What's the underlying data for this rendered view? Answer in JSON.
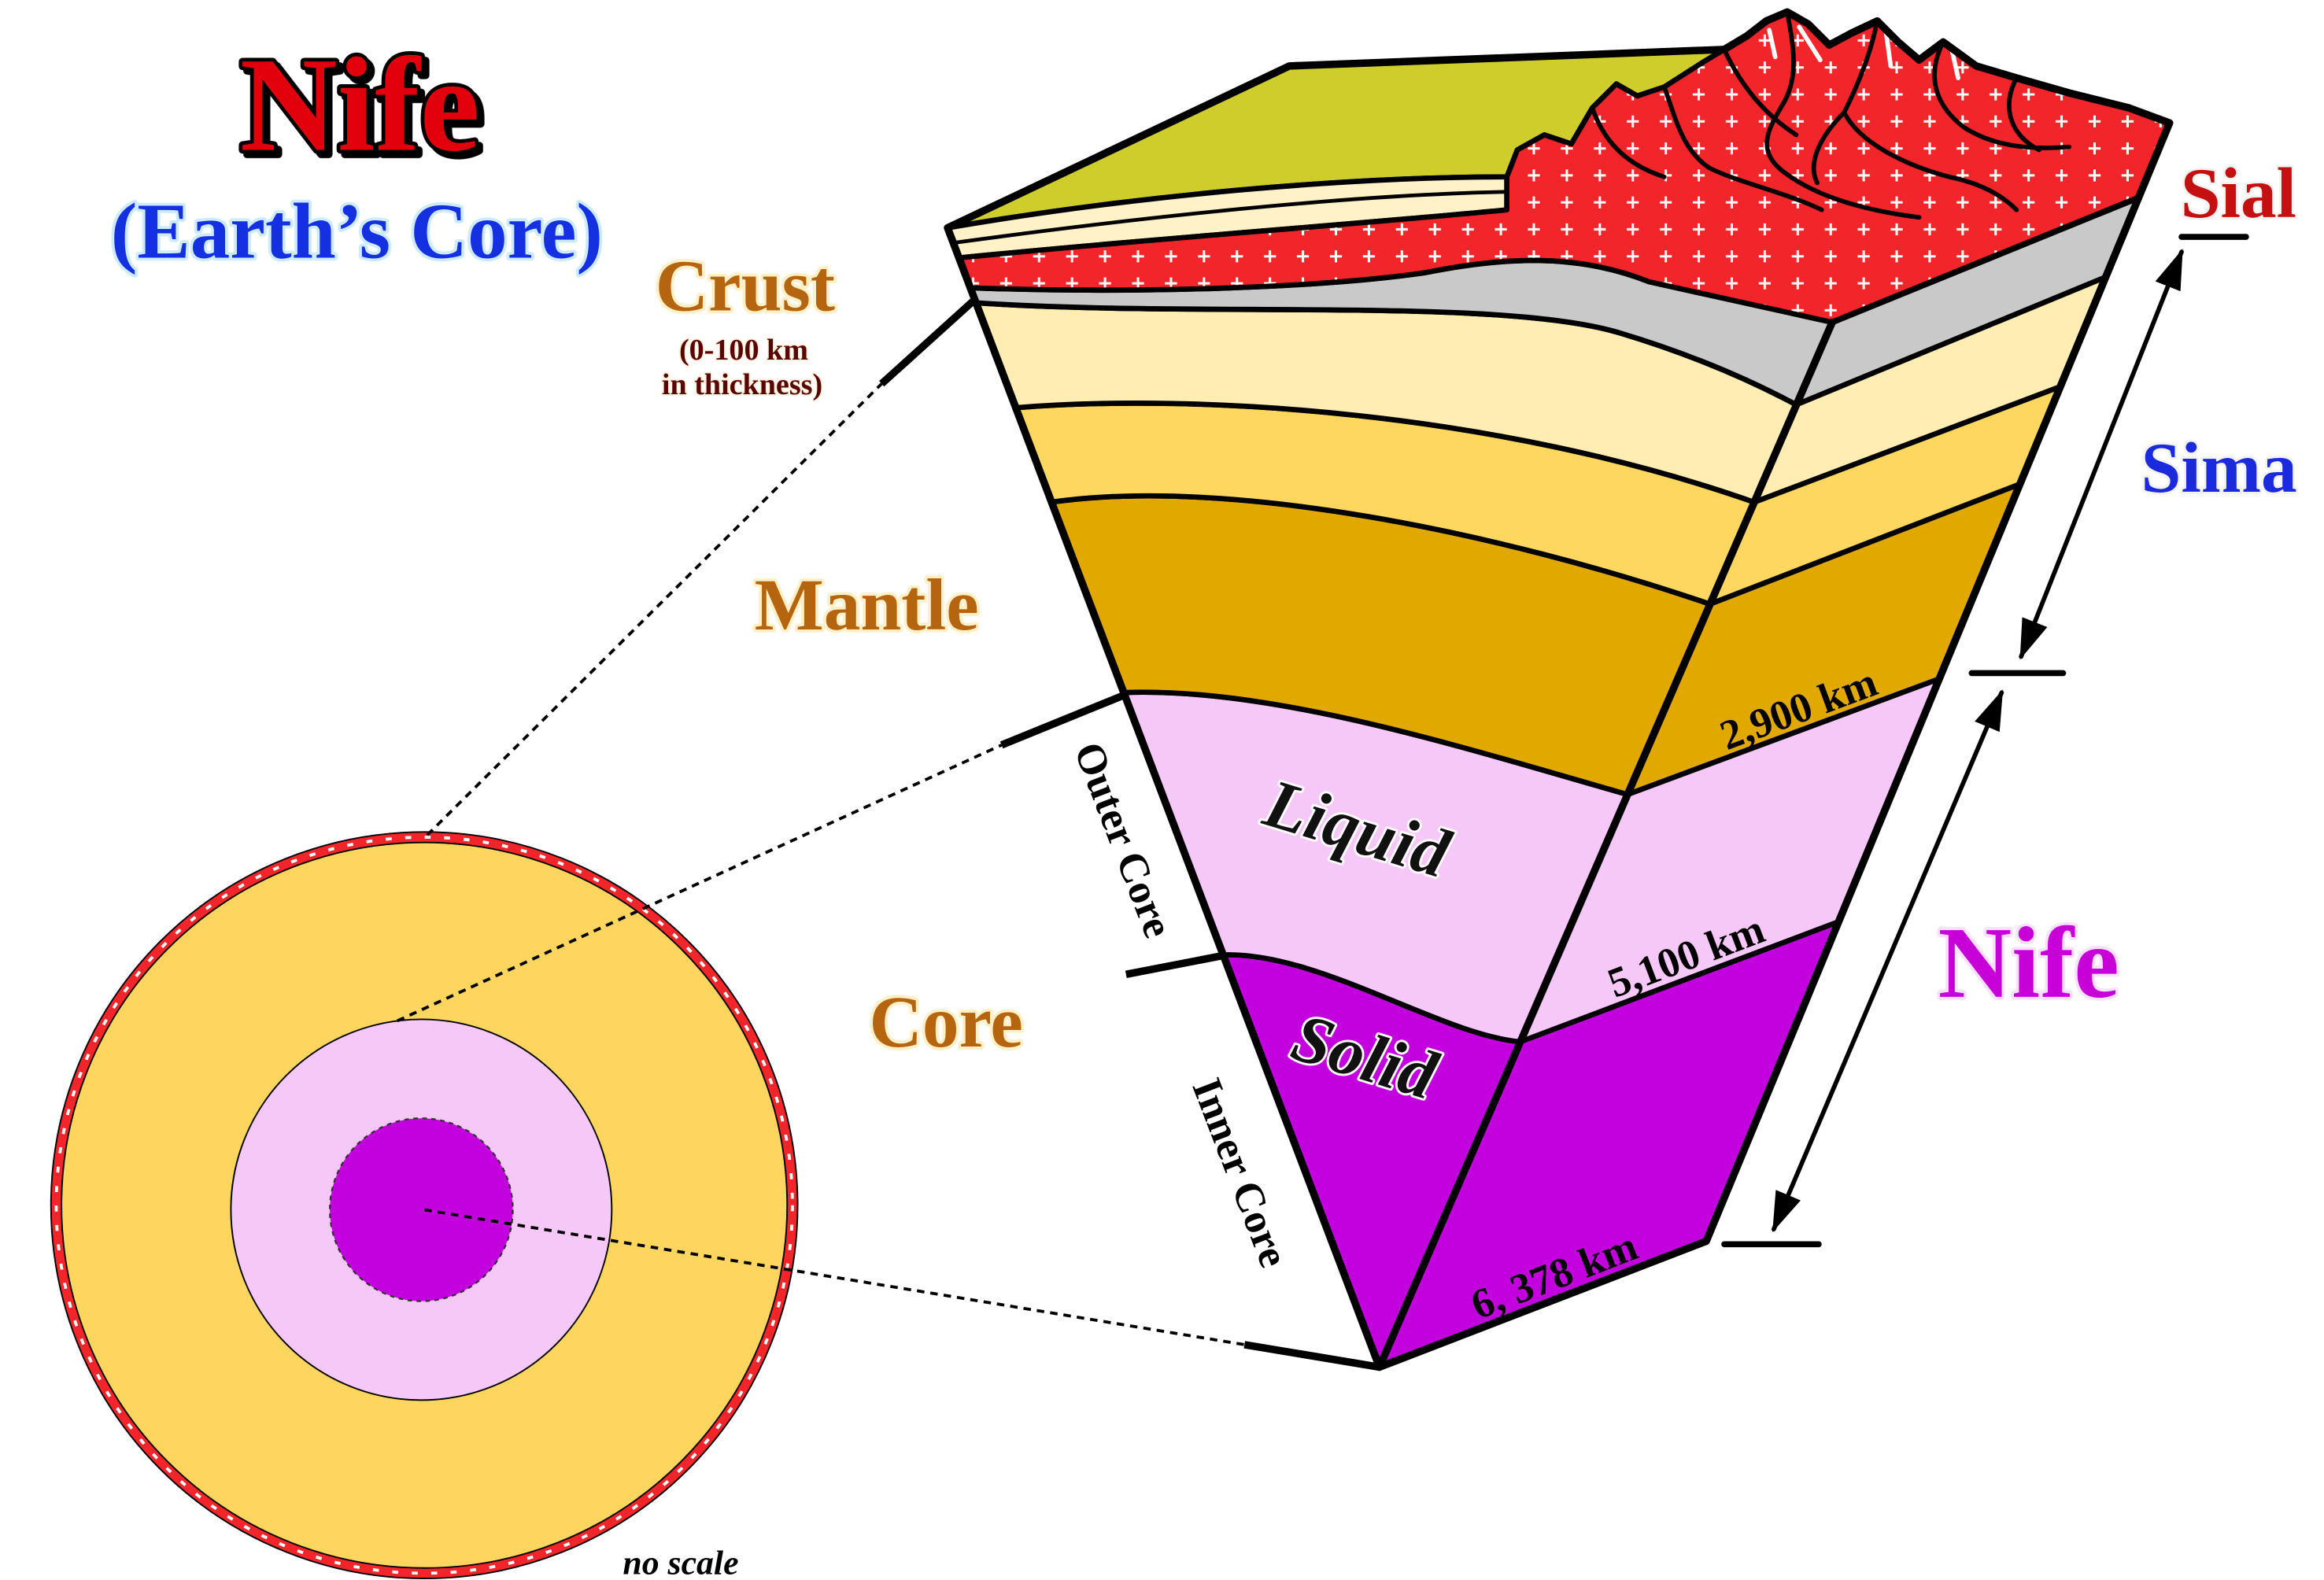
{
  "title": "Nife",
  "subtitle": "(Earth’s Core)",
  "labels": {
    "crust": "Crust",
    "crust_note_line1": "(0-100 km",
    "crust_note_line2": "in thickness)",
    "mantle": "Mantle",
    "core": "Core",
    "outer_core": "Outer Core",
    "inner_core": "Inner Core",
    "liquid": "Liquid",
    "solid": "Solid",
    "sial": "Sial",
    "sima": "Sima",
    "nife": "Nife",
    "no_scale": "no scale"
  },
  "depths": {
    "mantle_core_boundary": "2,900 km",
    "outer_inner_core_boundary": "5,100 km",
    "earth_center": "6, 378 km"
  },
  "colors": {
    "title": "#E3000F",
    "subtitle": "#1530E0",
    "label_brown": "#B5650F",
    "sial": "#C41010",
    "sima": "#1A2ADC",
    "nife": "#C800D8",
    "crust": "#F2262A",
    "top_surface": "#CFCD2C",
    "top_band": "#FFF1C8",
    "upper_mantle_gray": "#C9C9C9",
    "mantle_band_1": "#FFEDB3",
    "mantle_band_2": "#FDD760",
    "mantle_band_3": "#E1A800",
    "outer_core": "#F6C8F8",
    "inner_core": "#C300DE",
    "sphere_mantle": "#FDD55F"
  }
}
